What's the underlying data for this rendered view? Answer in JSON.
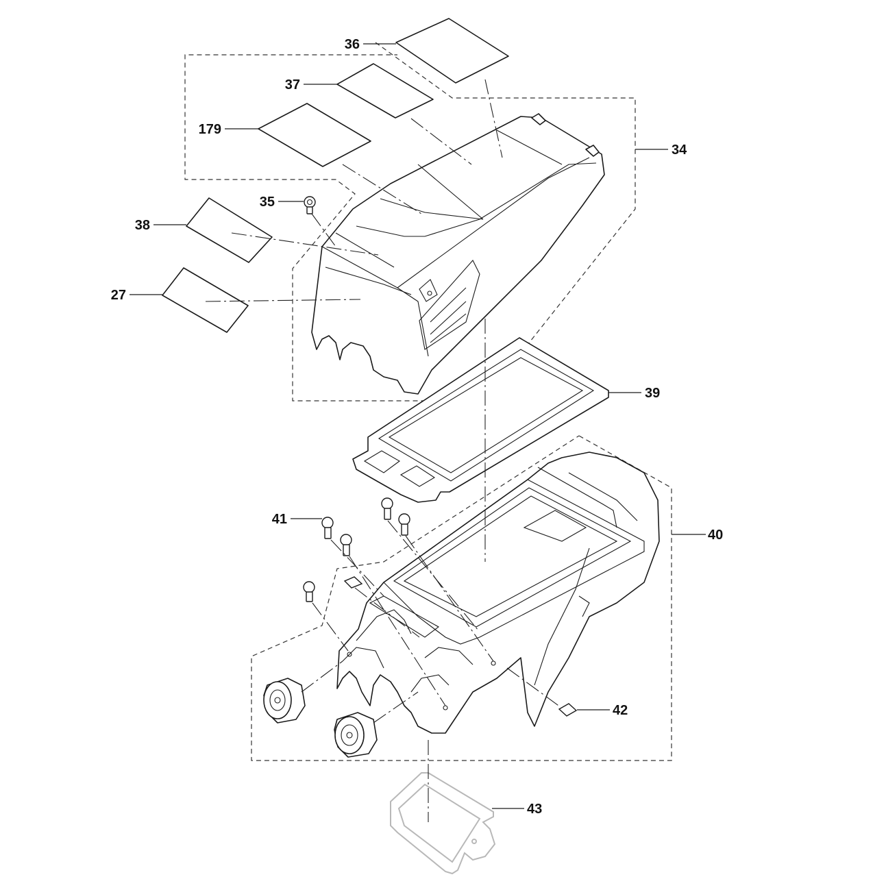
{
  "parts": [
    {
      "ref": "36"
    },
    {
      "ref": "37"
    },
    {
      "ref": "179"
    },
    {
      "ref": "34"
    },
    {
      "ref": "35"
    },
    {
      "ref": "38"
    },
    {
      "ref": "27"
    },
    {
      "ref": "39"
    },
    {
      "ref": "41"
    },
    {
      "ref": "40"
    },
    {
      "ref": "42"
    },
    {
      "ref": "43"
    }
  ]
}
